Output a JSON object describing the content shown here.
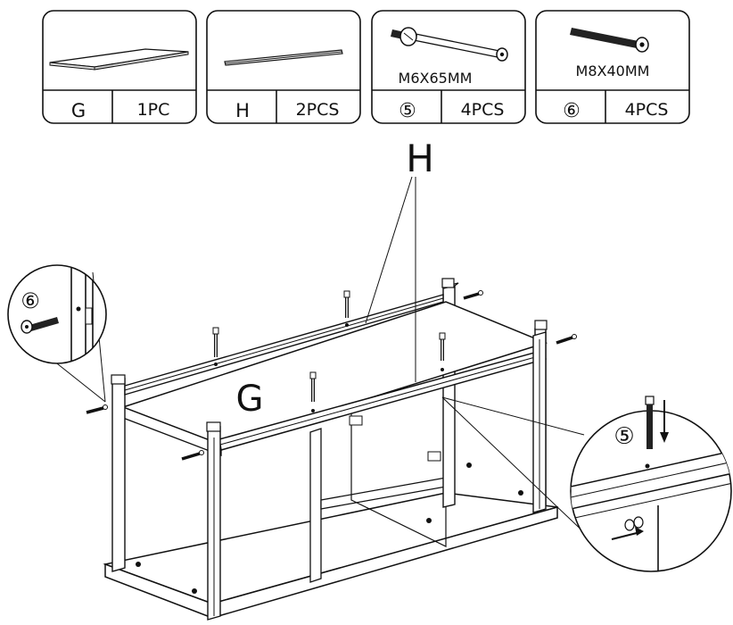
{
  "parts": [
    {
      "id": "G",
      "qty": "1PC",
      "caption": ""
    },
    {
      "id": "H",
      "qty": "2PCS",
      "caption": ""
    },
    {
      "id": "⑤",
      "qty": "4PCS",
      "caption": "M6X65MM"
    },
    {
      "id": "⑥",
      "qty": "4PCS",
      "caption": "M8X40MM"
    }
  ],
  "labels": {
    "rail_label": "H",
    "panel_label": "G",
    "detail_left": "⑥",
    "detail_right": "⑤"
  }
}
